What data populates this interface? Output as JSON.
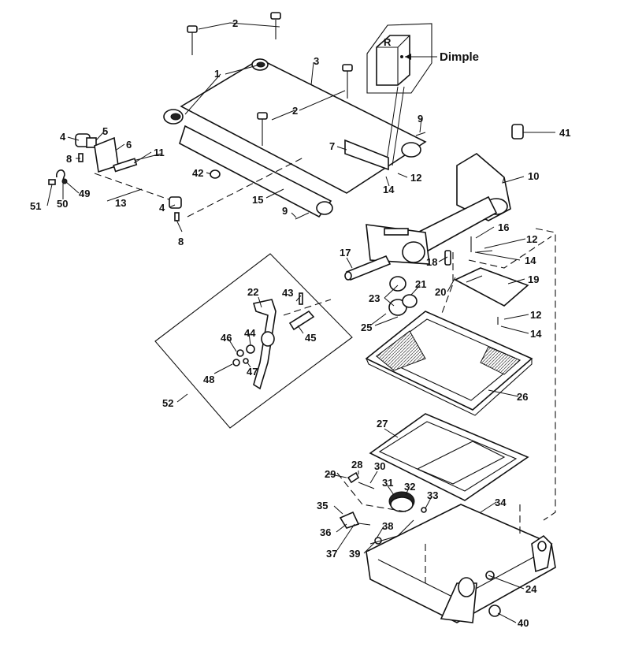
{
  "callout": {
    "letter": "R",
    "label": "Dimple"
  },
  "labels": {
    "n1": "1",
    "n2a": "2",
    "n2b": "2",
    "n3": "3",
    "n4a": "4",
    "n4b": "4",
    "n5": "5",
    "n6": "6",
    "n7": "7",
    "n8a": "8",
    "n8b": "8",
    "n9a": "9",
    "n9b": "9",
    "n10": "10",
    "n11": "11",
    "n12a": "12",
    "n12b": "12",
    "n12c": "12",
    "n13": "13",
    "n14a": "14",
    "n14b": "14",
    "n14c": "14",
    "n15": "15",
    "n16": "16",
    "n17": "17",
    "n18": "18",
    "n19": "19",
    "n20": "20",
    "n21": "21",
    "n22": "22",
    "n23": "23",
    "n24": "24",
    "n25": "25",
    "n26": "26",
    "n27": "27",
    "n28": "28",
    "n29": "29",
    "n30": "30",
    "n31": "31",
    "n32": "32",
    "n33": "33",
    "n34": "34",
    "n35": "35",
    "n36": "36",
    "n37": "37",
    "n38": "38",
    "n39": "39",
    "n40": "40",
    "n41": "41",
    "n42": "42",
    "n43": "43",
    "n44": "44",
    "n45": "45",
    "n46": "46",
    "n47": "47",
    "n48": "48",
    "n49": "49",
    "n50": "50",
    "n51": "51",
    "n52": "52"
  }
}
